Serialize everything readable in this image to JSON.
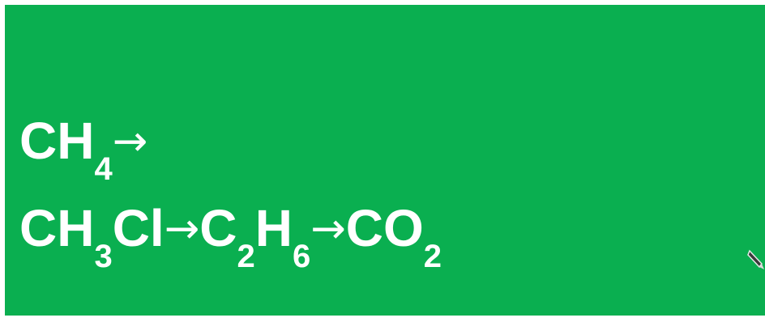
{
  "background_color": "#0aaf50",
  "text_color": "#ffffff",
  "line1": [
    {
      "text": "CH",
      "sub": false
    },
    {
      "text": "4",
      "sub": true
    },
    {
      "text": "→",
      "sub": false
    }
  ],
  "line2": [
    {
      "text": "CH",
      "sub": false
    },
    {
      "text": "3",
      "sub": true
    },
    {
      "text": "Cl",
      "sub": false
    },
    {
      "text": "→",
      "sub": false
    },
    {
      "text": "C",
      "sub": false
    },
    {
      "text": "2",
      "sub": true
    },
    {
      "text": "H",
      "sub": false
    },
    {
      "text": "6",
      "sub": true
    },
    {
      "text": "→",
      "sub": false
    },
    {
      "text": "CO",
      "sub": false
    },
    {
      "text": "2",
      "sub": true
    }
  ],
  "cursor_icon": "pen-cursor-icon"
}
